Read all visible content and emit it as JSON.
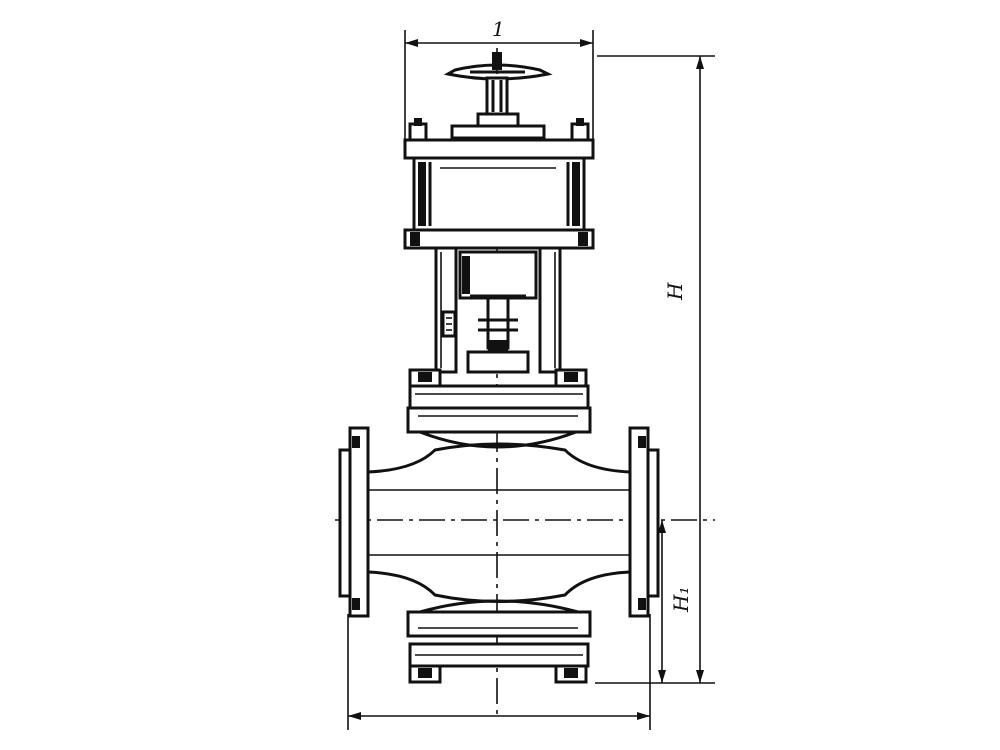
{
  "drawing": {
    "dimensions": {
      "top_width_label": "1",
      "height_label": "H",
      "lower_height_label": "H₁"
    },
    "stroke_color": "#111111",
    "background": "#ffffff"
  }
}
